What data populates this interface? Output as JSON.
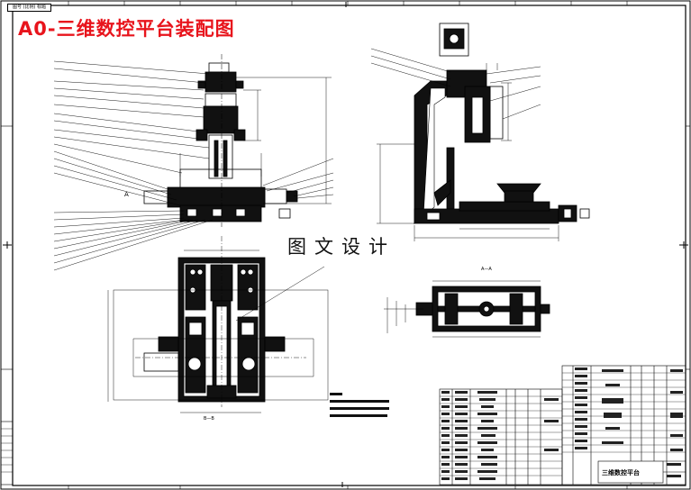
{
  "drawing": {
    "title": "A0-三维数控平台装配图",
    "watermark": "图文设计",
    "corner_tag": "图号 (比例) 标题",
    "title_block_name": "三维数控平台",
    "section_label_a": "A—A",
    "section_label_b": "B—B",
    "view_label_a": "A",
    "note_lines": 4
  },
  "colors": {
    "title": "#e8141c",
    "line": "#000000",
    "background": "#ffffff"
  }
}
